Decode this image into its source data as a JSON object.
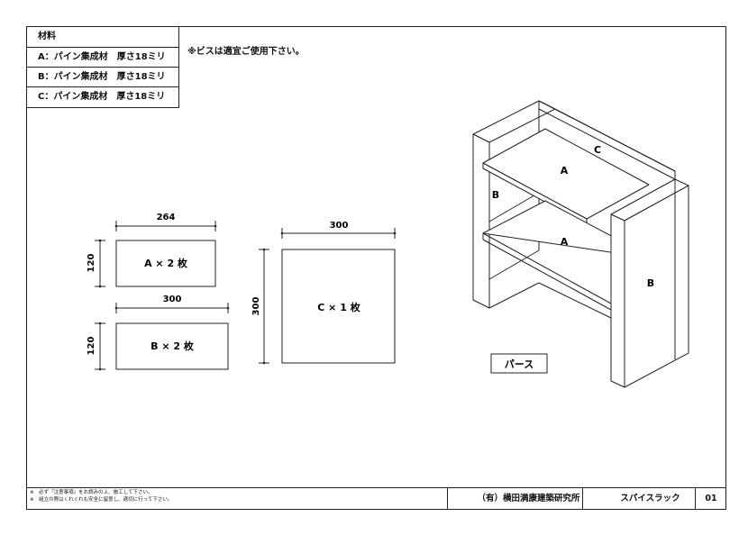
{
  "materials": {
    "title": "材料",
    "rows": [
      "A：パイン集成材　厚さ18ミリ",
      "B：パイン集成材　厚さ18ミリ",
      "C：パイン集成材　厚さ18ミリ"
    ]
  },
  "note": "※ビスは適宜ご使用下さい。",
  "parts": {
    "a": {
      "label": "A × 2 枚",
      "width_dim": "264",
      "height_dim": "120"
    },
    "b": {
      "label": "B × 2 枚",
      "width_dim": "300",
      "height_dim": "120"
    },
    "c": {
      "label": "C × 1 枚",
      "width_dim": "300",
      "height_dim": "300"
    }
  },
  "perspective": {
    "caption": "パース",
    "labels": {
      "c": "C",
      "a_top": "A",
      "a_bottom": "A",
      "b_left": "B",
      "b_right": "B"
    }
  },
  "title_block": {
    "note_line1": "※　必ず『注意事項』をお読みの上、施工して下さい。",
    "note_line2": "※　組立の際はくれぐれも安全に留意し、適切に行って下さい。",
    "company": "（有）横田満康建築研究所",
    "drawing_title": "スパイスラック",
    "sheet_no": "01"
  }
}
